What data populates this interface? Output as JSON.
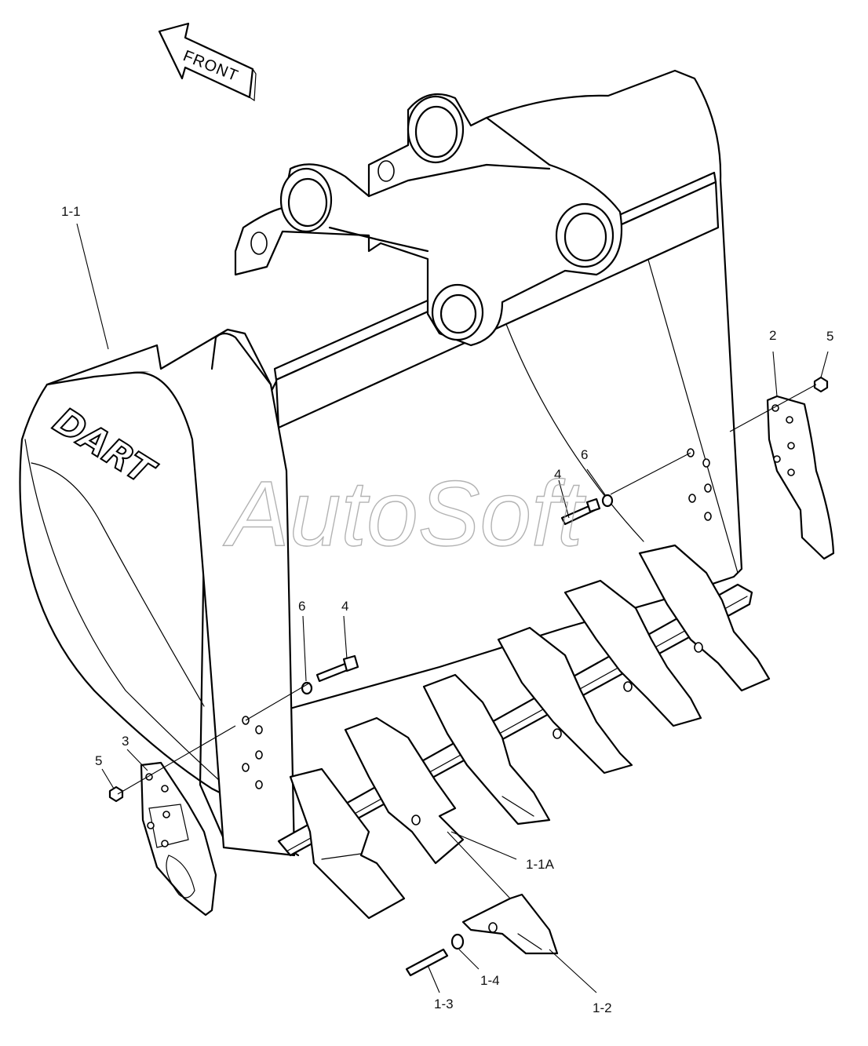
{
  "diagram": {
    "direction_label": "FRONT",
    "logo_text": "DART",
    "watermark": "AutoSoft",
    "labels": [
      {
        "id": "label-1-1",
        "text": "1-1"
      },
      {
        "id": "label-1-1a",
        "text": "1-1A"
      },
      {
        "id": "label-1-2",
        "text": "1-2"
      },
      {
        "id": "label-1-3",
        "text": "1-3"
      },
      {
        "id": "label-1-4",
        "text": "1-4"
      },
      {
        "id": "label-2",
        "text": "2"
      },
      {
        "id": "label-3",
        "text": "3"
      },
      {
        "id": "label-4-right",
        "text": "4"
      },
      {
        "id": "label-4-left",
        "text": "4"
      },
      {
        "id": "label-5-right",
        "text": "5"
      },
      {
        "id": "label-5-left",
        "text": "5"
      },
      {
        "id": "label-6-right",
        "text": "6"
      },
      {
        "id": "label-6-left",
        "text": "6"
      }
    ]
  }
}
